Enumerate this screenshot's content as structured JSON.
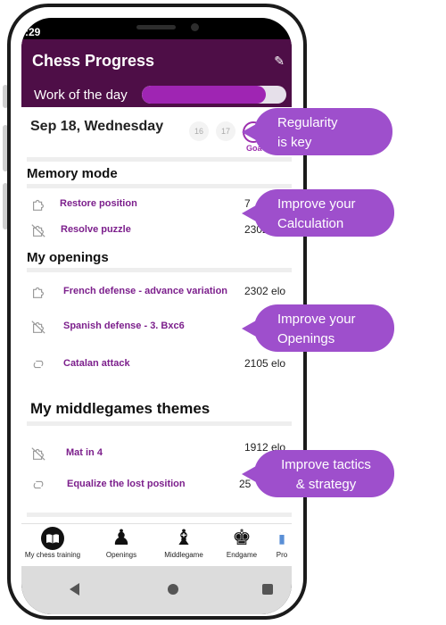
{
  "status_bar": {
    "time": ":29"
  },
  "header": {
    "title": "Chess Progress",
    "work_of_day_label": "Work of the day",
    "work_of_day_progress": 0.86,
    "edit_icon": "pencil-icon"
  },
  "date_row": {
    "date": "Sep 18, Wednesday",
    "days": [
      "16",
      "17",
      "18"
    ],
    "active_day": "18",
    "goal_partial": "Goa"
  },
  "sections": {
    "memory_mode": {
      "title": "Memory mode",
      "rows": [
        {
          "label": "Restore position",
          "value": "7",
          "icon": "puzzle-piece-icon"
        },
        {
          "label": "Resolve puzzle",
          "value": "2302 elo",
          "icon": "puzzle-crossed-icon"
        }
      ]
    },
    "openings": {
      "title": "My openings",
      "rows": [
        {
          "label": "French defense - advance variation",
          "value": "2302 elo",
          "icon": "puzzle-piece-icon"
        },
        {
          "label": "Spanish defense - 3. Bxc6",
          "value": "",
          "icon": "puzzle-crossed-icon"
        },
        {
          "label": "Catalan attack",
          "value": "2105 elo",
          "icon": "link-icon"
        }
      ]
    },
    "middlegames": {
      "title": "My middlegames themes",
      "rows": [
        {
          "label": "Mat in 4",
          "value": "1912 elo",
          "icon": "puzzle-crossed-icon"
        },
        {
          "label": "Equalize the lost position",
          "value": "25",
          "icon": "link-icon"
        }
      ]
    }
  },
  "bottom_nav": [
    {
      "label": "My chess training",
      "icon": "book-icon"
    },
    {
      "label": "Openings",
      "icon": "pawn-icon"
    },
    {
      "label": "Middlegame",
      "icon": "bishop-icon"
    },
    {
      "label": "Endgame",
      "icon": "king-icon"
    },
    {
      "label": "Pro",
      "icon": "chart-icon"
    }
  ],
  "callouts": [
    {
      "line1": "Regularity",
      "line2": "is key"
    },
    {
      "line1": "Improve your",
      "line2": "Calculation"
    },
    {
      "line1": "Improve your",
      "line2": "Openings"
    },
    {
      "line1": "Improve tactics",
      "line2": "& strategy"
    }
  ],
  "colors": {
    "header_bg": "#4e0e47",
    "accent": "#9c2fae",
    "callout_bg": "#9e4fcc"
  }
}
